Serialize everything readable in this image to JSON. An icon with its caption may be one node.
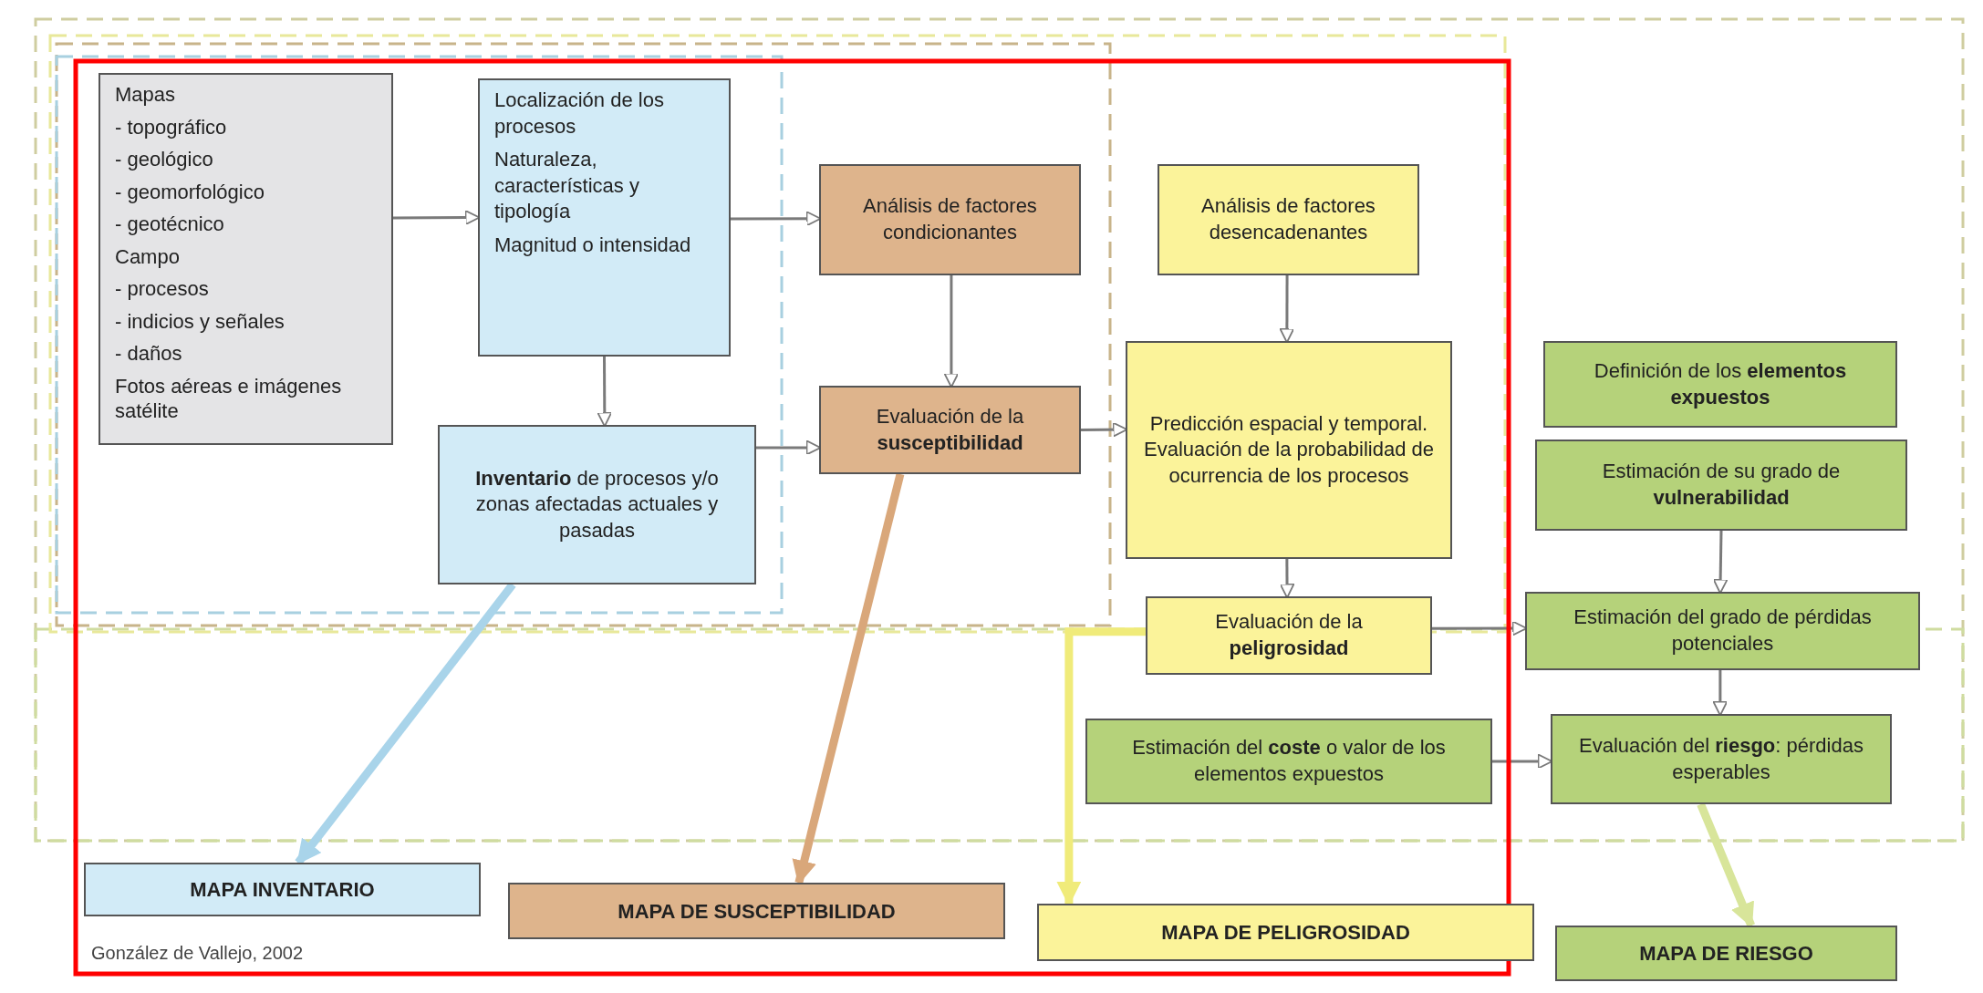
{
  "diagram": {
    "nodes": [
      {
        "text": [
          "Mapas",
          "- topográfico",
          "- geológico",
          "- geomorfológico",
          "- geotécnico",
          "Campo",
          "- procesos",
          "- indicios y señales",
          "- daños",
          "Fotos aéreas e imágenes satélite"
        ]
      },
      {
        "text": [
          "Localización de los procesos",
          "Naturaleza, características y tipología",
          "Magnitud o intensidad"
        ]
      },
      {
        "text": [
          "Análisis de factores condicionantes"
        ]
      },
      {
        "text": [
          "Análisis de factores desencadenantes"
        ]
      },
      {
        "text": [
          "**Inventario** de procesos y/o zonas afectadas actuales y pasadas"
        ]
      },
      {
        "text": [
          "Evaluación de la **susceptibilidad**"
        ]
      },
      {
        "text": [
          "Predicción espacial y temporal. Evaluación de la probabilidad de ocurrencia de los procesos"
        ]
      },
      {
        "text": [
          "Definición de los **elementos expuestos**"
        ]
      },
      {
        "text": [
          "Estimación de su grado de **vulnerabilidad**"
        ]
      },
      {
        "text": [
          "Evaluación de la **peligrosidad**"
        ]
      },
      {
        "text": [
          "Estimación del grado de pérdidas potenciales"
        ]
      },
      {
        "text": [
          "Estimación del **coste** o valor de los elementos expuestos"
        ]
      },
      {
        "text": [
          "Evaluación del **riesgo**: pérdidas esperables"
        ]
      },
      {
        "text": [
          "MAPA INVENTARIO"
        ]
      },
      {
        "text": [
          "MAPA DE SUSCEPTIBILIDAD"
        ]
      },
      {
        "text": [
          "MAPA DE PELIGROSIDAD"
        ]
      },
      {
        "text": [
          "MAPA DE RIESGO"
        ]
      }
    ],
    "edges": [
      {
        "from": 0,
        "to": 1,
        "arrow": "to"
      },
      {
        "from": 1,
        "to": 2,
        "arrow": "to"
      },
      {
        "from": 1,
        "to": 4,
        "arrow": "to"
      },
      {
        "from": 4,
        "to": 5,
        "arrow": "to"
      },
      {
        "from": 2,
        "to": 5,
        "arrow": "to"
      },
      {
        "from": 5,
        "to": 6,
        "arrow": "to"
      },
      {
        "from": 3,
        "to": 6,
        "arrow": "to"
      },
      {
        "from": 6,
        "to": 9,
        "arrow": "to"
      },
      {
        "from": 9,
        "to": 10,
        "arrow": "to"
      },
      {
        "from": 8,
        "to": 10,
        "arrow": "to"
      },
      {
        "from": 10,
        "to": 12,
        "arrow": "to"
      },
      {
        "from": 11,
        "to": 12,
        "arrow": "to"
      },
      {
        "from": 9,
        "to": 15,
        "arrow": "to",
        "style": "thick",
        "color": "#f0eb7a"
      },
      {
        "from": 4,
        "to": 13,
        "arrow": "to",
        "style": "thick",
        "color": "#a9d4ea"
      },
      {
        "from": 5,
        "to": 14,
        "arrow": "to",
        "style": "thick",
        "color": "#d9a77a"
      },
      {
        "from": 12,
        "to": 16,
        "arrow": "to",
        "style": "thick",
        "color": "#d8e59a"
      }
    ],
    "labels": [
      "González de Vallejo, 2002"
    ]
  }
}
